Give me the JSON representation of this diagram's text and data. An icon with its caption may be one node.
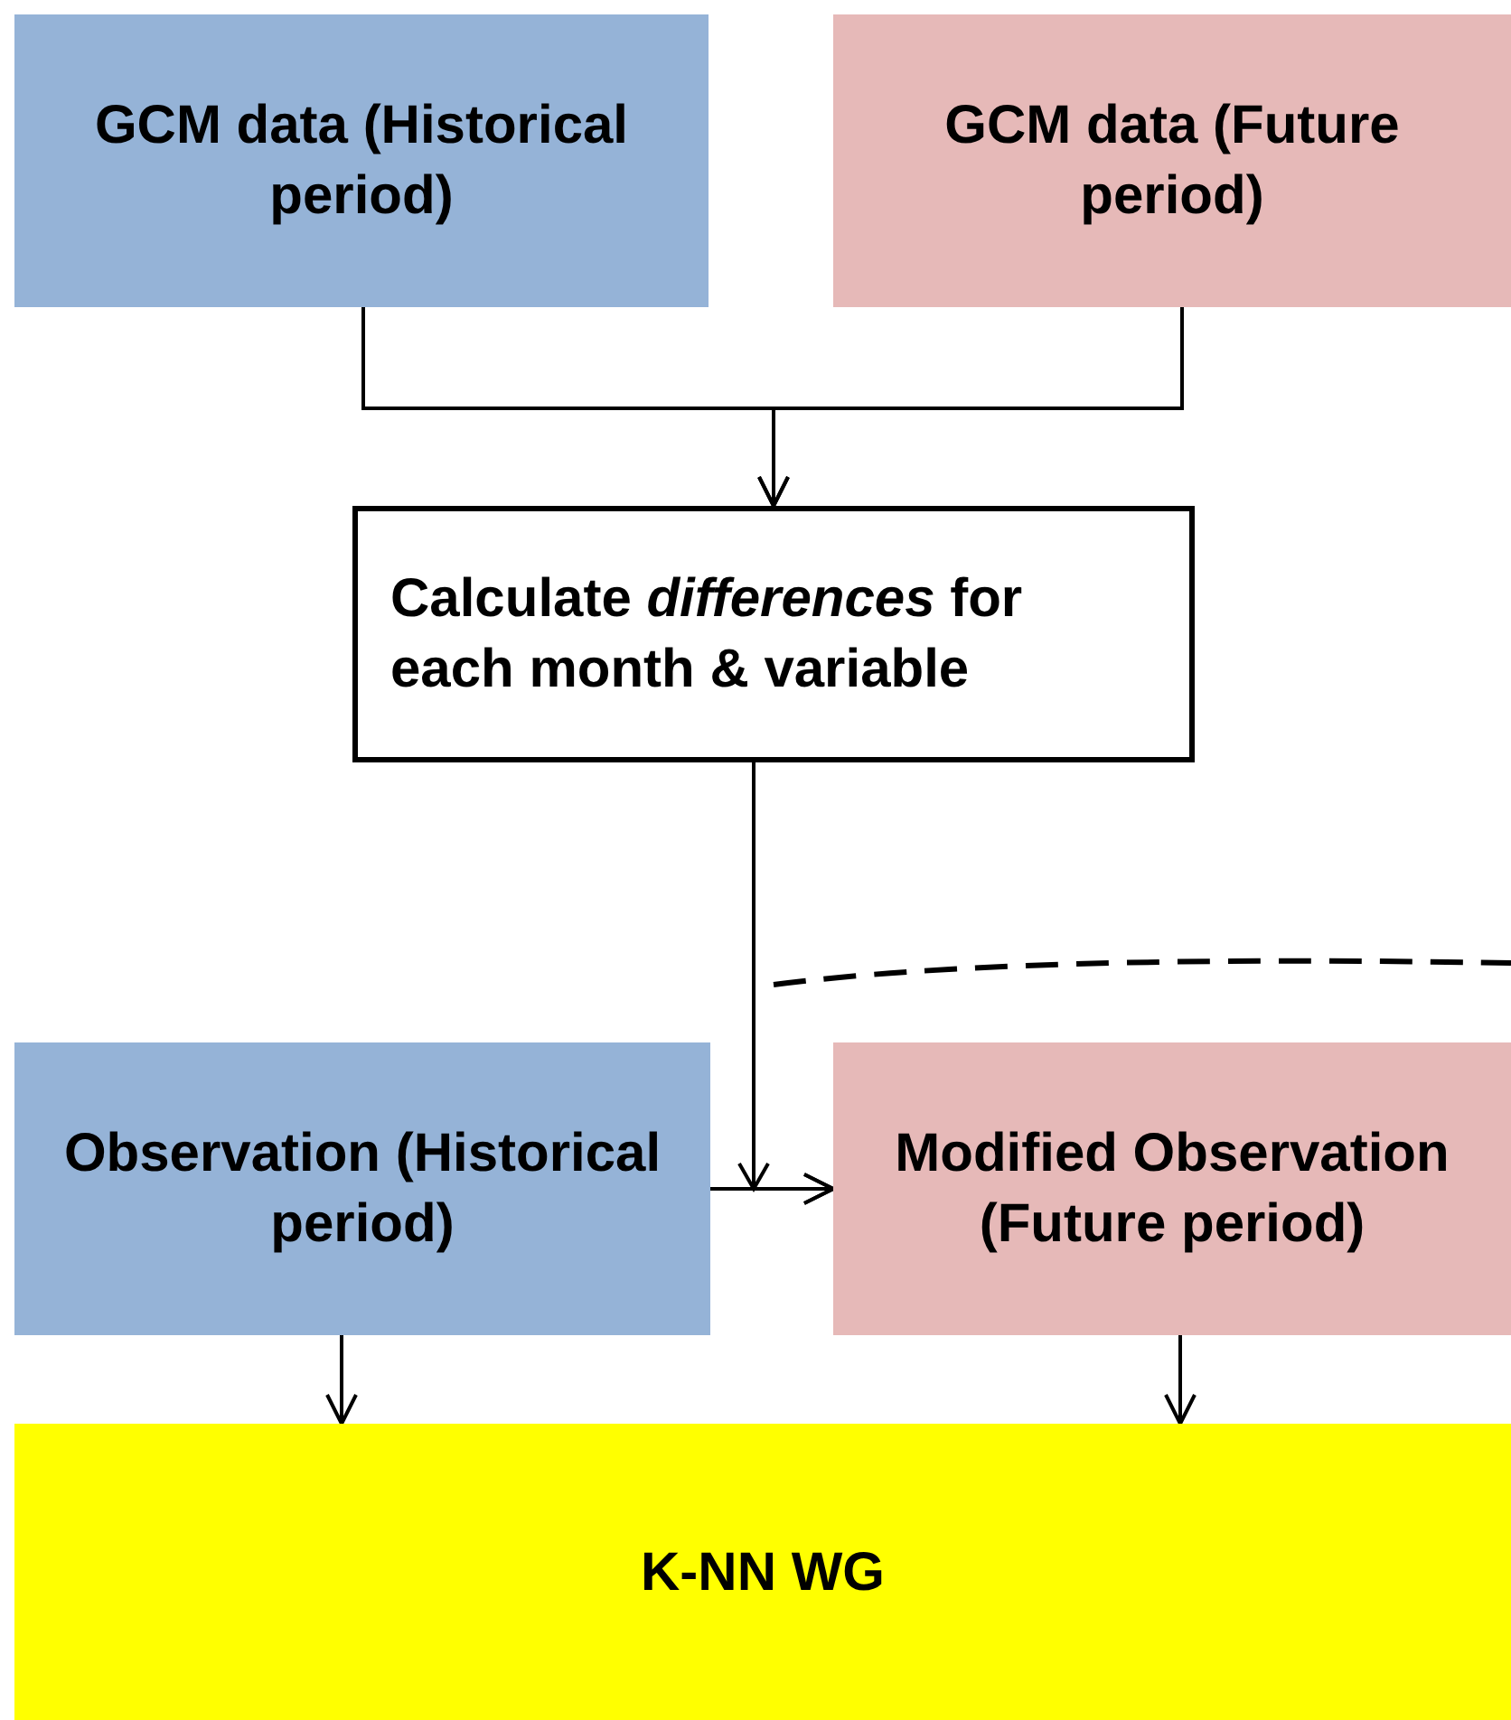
{
  "diagram": {
    "nodes": [
      {
        "text": [
          "GCM data (Historical period)"
        ]
      },
      {
        "text": [
          "GCM data (Future period)"
        ]
      },
      {
        "text": [
          "Calculate *differences* for each month & variable"
        ]
      },
      {
        "text": [
          "Observation (Historical period)"
        ]
      },
      {
        "text": [
          "Modified Observation (Future period)"
        ]
      },
      {
        "text": [
          "K-NN WG"
        ]
      }
    ],
    "edges": [
      {
        "from": 0,
        "to": 2,
        "arrow": "to"
      },
      {
        "from": 1,
        "to": 2,
        "arrow": "to"
      },
      {
        "from": 2,
        "to": 4,
        "arrow": "to"
      },
      {
        "from": 3,
        "to": 4,
        "arrow": "to"
      },
      {
        "from": 3,
        "to": 5,
        "arrow": "to"
      },
      {
        "from": 4,
        "to": 5,
        "arrow": "to"
      }
    ]
  }
}
